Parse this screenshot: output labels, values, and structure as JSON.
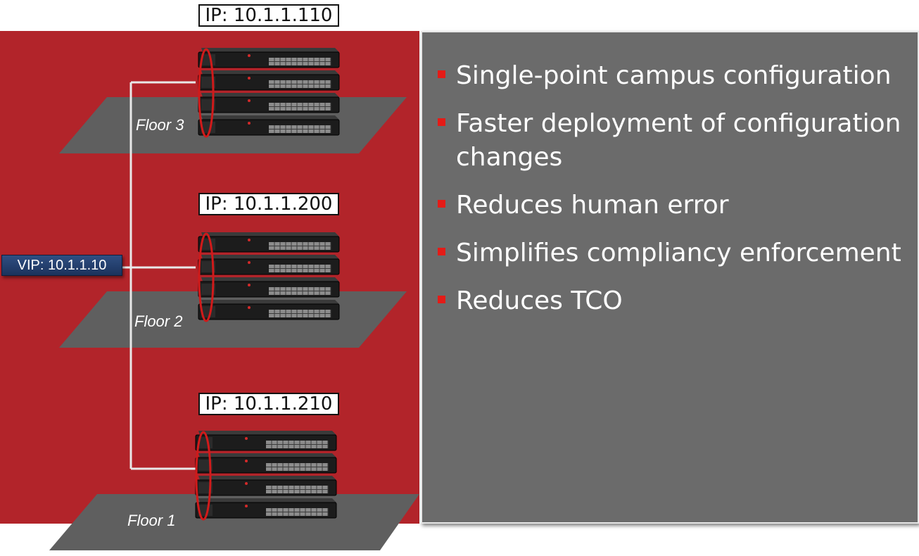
{
  "colors": {
    "background_red": "#b2242a",
    "floor_gray": "#5f5f5f",
    "panel_gray": "#6b6b6b",
    "accent_red": "#e41b17",
    "vip_blue": "#24406e"
  },
  "vip_label": "VIP: 10.1.1.10",
  "floors": [
    {
      "label": "Floor 3",
      "ip": "IP: 10.1.1.110"
    },
    {
      "label": "Floor 2",
      "ip": "IP: 10.1.1.200"
    },
    {
      "label": "Floor 1",
      "ip": "IP: 10.1.1.210"
    }
  ],
  "benefits": [
    "Single-point campus configuration",
    "Faster deployment of configuration changes",
    "Reduces human error",
    "Simplifies compliancy enforcement",
    "Reduces TCO"
  ],
  "icons": [
    "switch-stack-icon",
    "stack-link-ring-icon",
    "bullet-square-icon"
  ]
}
